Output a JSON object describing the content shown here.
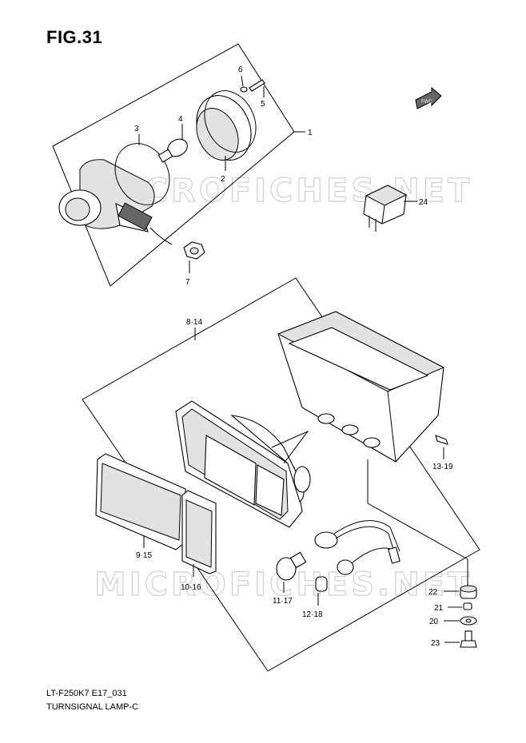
{
  "figure": {
    "title": "FIG.31",
    "model_code": "LT-F250K7 E17_031",
    "name": "TURNSIGNAL LAMP-C"
  },
  "watermark": {
    "text": "MICROFICHES.NET"
  },
  "fwd_label": "FWD",
  "callouts": {
    "c1": "1",
    "c2": "2",
    "c3": "3",
    "c4": "4",
    "c5": "5",
    "c6": "6",
    "c7": "7",
    "c8_14": "8·14",
    "c9_15": "9·15",
    "c10_16": "10·16",
    "c11_17": "11·17",
    "c12_18": "12·18",
    "c13_19": "13·19",
    "c20": "20",
    "c21": "21",
    "c22": "22",
    "c23": "23",
    "c24": "24"
  }
}
